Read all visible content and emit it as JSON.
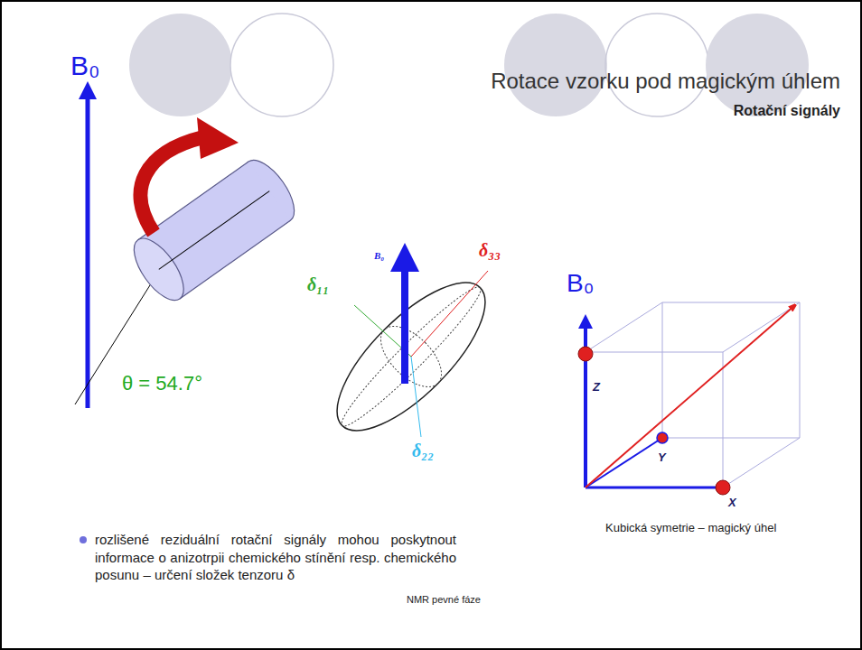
{
  "diagram": {
    "title": "Rotace vzorku pod magickým úhlem",
    "labels": [
      "Rotační signály",
      "B₀",
      "θ = 54.7°",
      "B₀",
      "δ₁₁",
      "δ₃₃",
      "δ₂₂",
      "B₀",
      "Z",
      "Y",
      "X",
      "Kubická symetrie – magický úhel",
      "rozlišené reziduální rotační signály mohou poskytnout informace o anizotrpii chemického stínění resp. chemického posunu – určení složek tenzoru δ",
      "NMR pevné fáze"
    ]
  }
}
